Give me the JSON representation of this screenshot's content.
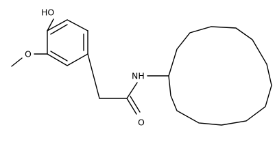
{
  "colors": {
    "bond": "#000000",
    "background": "#ffffff"
  },
  "atoms": {
    "hydroxyl": "HO",
    "methoxy_oxygen": "O",
    "amide_nitrogen": "NH",
    "carbonyl_oxygen": "O"
  }
}
